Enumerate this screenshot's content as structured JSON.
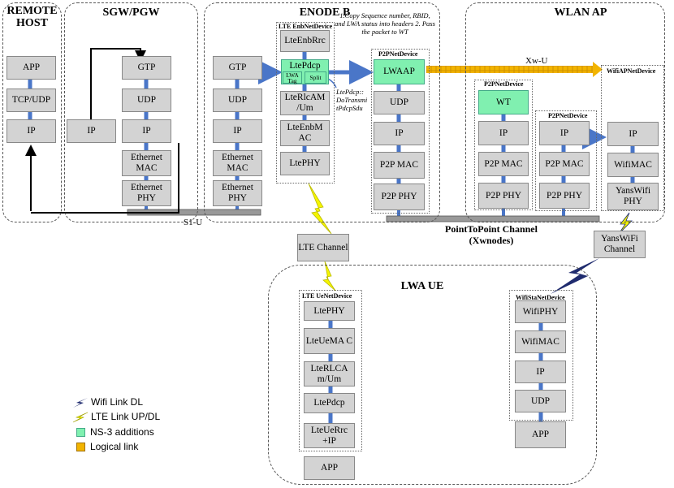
{
  "regions": {
    "remote_host": "REMOTE HOST",
    "sgw_pgw": "SGW/PGW",
    "enodeb": "ENODE B",
    "wlan_ap": "WLAN AP",
    "lwa_ue": "LWA UE"
  },
  "subregions": {
    "lte_enb": "LTE EnbNetDevice",
    "p2p_enb": "P2PNetDevice",
    "p2p_wt": "P2PNetDevice",
    "p2p_ip": "P2PNetDevice",
    "wifi_ap": "WifiAPNetDevice",
    "lte_ue": "LTE UeNetDevice",
    "wifi_sta": "WifiStaNetDevice"
  },
  "remote": [
    "APP",
    "TCP/UDP",
    "IP"
  ],
  "sgw_ip": "IP",
  "sgw": [
    "GTP",
    "UDP",
    "IP",
    "Ethernet MAC",
    "Ethernet PHY"
  ],
  "enb_net": [
    "GTP",
    "UDP",
    "IP",
    "Ethernet MAC",
    "Ethernet PHY"
  ],
  "enb_lte": [
    "LteEnbRrc",
    "LtePdcp",
    "LteRlcAM /Um",
    "LteEnbM AC",
    "LtePHY"
  ],
  "lwa_tag": "LWA Tag",
  "split": "Split",
  "enb_p2p": [
    "LWAAP",
    "UDP",
    "IP",
    "P2P MAC",
    "P2P PHY"
  ],
  "wt_stack": [
    "WT",
    "IP",
    "P2P MAC",
    "P2P PHY"
  ],
  "p2p_stack": [
    "IP",
    "P2P MAC",
    "P2P PHY"
  ],
  "wifi_ap": [
    "IP",
    "WifiMAC",
    "YansWifi PHY"
  ],
  "ue_lte": [
    "LtePHY",
    "LteUeMA C",
    "LteRLCA m/Um",
    "LtePdcp",
    "LteUeRrc +IP"
  ],
  "ue_app": "APP",
  "ue_wifi": [
    "WifiPHY",
    "WifiMAC",
    "IP",
    "UDP"
  ],
  "ue_wifi_app": "APP",
  "notes": {
    "copy_seq": "1.Copy Sequence number, RBID, and LWA status into headers 2. Pass the packet to WT",
    "pdcp_transmit": "LtePdcp:: DoTransmi tPdcpSdu"
  },
  "labels": {
    "xw_u": "Xw-U",
    "s1_u": "S1-U",
    "p2p_channel": "PointToPoint Channel (Xwnodes)",
    "lte_channel": "LTE Channel",
    "wifi_channel": "YansWiFi Channel"
  },
  "legend": {
    "wifi_link": "Wifi Link DL",
    "lte_link": "LTE Link UP/DL",
    "ns3": "NS-3 additions",
    "logical": "Logical link"
  },
  "colors": {
    "box": "#d3d3d3",
    "ns3_green": "#80f0b0",
    "arrow_blue": "#4a76c8",
    "logical_gold": "#f2b400",
    "lte_yellow": "#f5f500",
    "wifi_navy": "#1f2b6e"
  }
}
